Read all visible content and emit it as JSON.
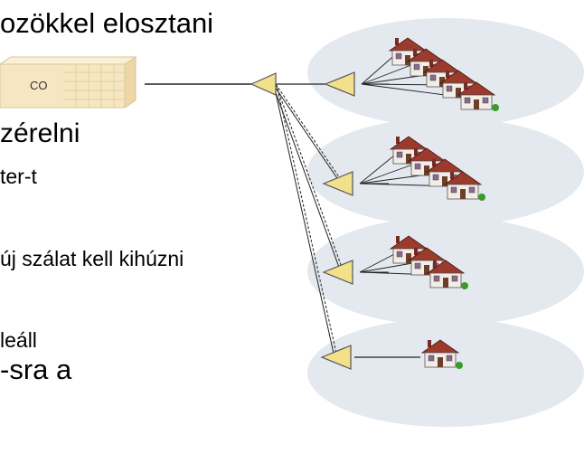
{
  "texts": {
    "line1": "ozökkel elosztani",
    "line2": "zérelni",
    "line3": "ter-t",
    "line4": "új szálat kell kihúzni",
    "line5": "leáll",
    "line6": "-sra a"
  },
  "co_label": "CO",
  "icons": {
    "central_office": "building-icon",
    "splitter": "triangle-splitter-icon",
    "house": "house-icon"
  },
  "colors": {
    "cloud": "#e3e9ef",
    "splitter": "#f2e08a",
    "building": "#f6e7c2",
    "house_wall": "#f2ede6",
    "house_roof": "#9b3a2d",
    "line": "#222222"
  }
}
